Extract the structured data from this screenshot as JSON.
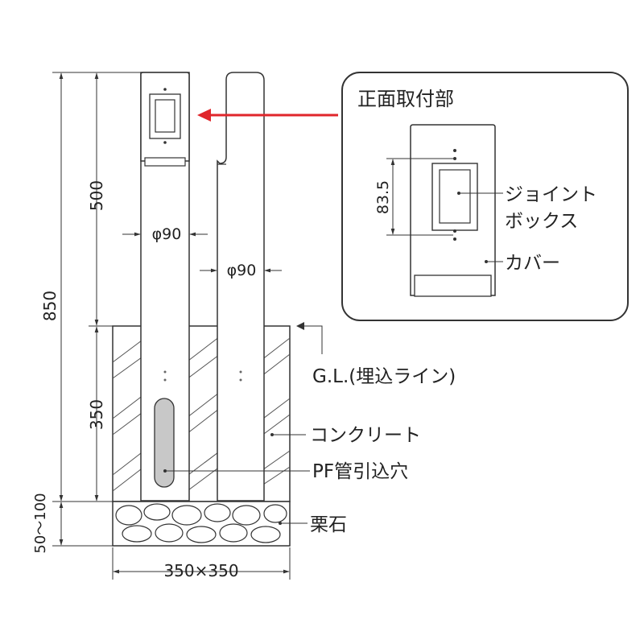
{
  "dimensions": {
    "total_height": "850",
    "above_ground": "500",
    "below_ground": "350",
    "gravel": "50〜100",
    "base": "350×350",
    "diameter_left": "φ90",
    "diameter_right": "φ90"
  },
  "callout": {
    "title": "正面取付部",
    "spacing": "83.5",
    "junction_box": [
      "ジョイント",
      "ボックス"
    ],
    "cover": "カバー"
  },
  "labels": {
    "ground_line": "G.L.(埋込ライン)",
    "concrete": "コンクリート",
    "pf_hole": "PF管引込穴",
    "gravel": "栗石"
  },
  "colors": {
    "arrow": "#e0262b",
    "line": "#333333",
    "hole": "#c8c8c8"
  }
}
